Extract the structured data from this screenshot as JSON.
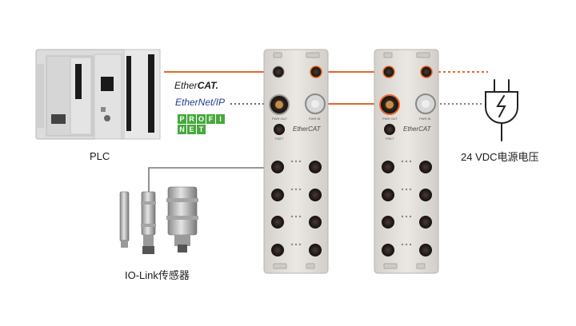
{
  "labels": {
    "plc": "PLC",
    "power": "24 VDC电源电压",
    "sensors": "IO-Link传感器"
  },
  "protocols": {
    "ethercat_prefix": "Ether",
    "ethercat_suffix": "CAT.",
    "ethernetip": "EtherNet/IP",
    "profinet_top": [
      "P",
      "R",
      "O",
      "F",
      "I"
    ],
    "profinet_bottom": [
      "N",
      "E",
      "T"
    ]
  },
  "modules": [
    {
      "brand": "EtherCAT",
      "pwr_out": "PWR OUT",
      "pwr_in": "PWR IN",
      "pset": "PSET"
    },
    {
      "brand": "EtherCAT",
      "pwr_out": "PWR OUT",
      "pwr_in": "PWR IN",
      "pset": "PSET"
    }
  ],
  "colors": {
    "ethercat_cable": "#e8662a",
    "sensor_cable": "#777777",
    "module_body": "#e6e2de",
    "plc_body": "#d9d9d9",
    "profinet_green": "#47a83d"
  },
  "icons": {
    "power": "power-plug-icon"
  }
}
